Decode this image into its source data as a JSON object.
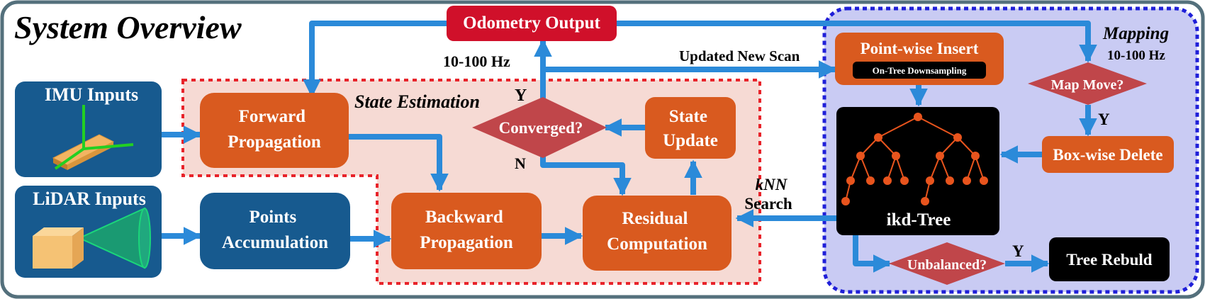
{
  "title": "System Overview",
  "regions": {
    "state_estimation": "State Estimation",
    "mapping": "Mapping"
  },
  "nodes": {
    "odometry_output": "Odometry Output",
    "imu_inputs": "IMU Inputs",
    "lidar_inputs": "LiDAR Inputs",
    "forward_propagation": [
      "Forward",
      "Propagation"
    ],
    "points_accumulation": [
      "Points",
      "Accumulation"
    ],
    "backward_propagation": [
      "Backward",
      "Propagation"
    ],
    "converged": "Converged?",
    "state_update": [
      "State",
      "Update"
    ],
    "residual_computation": [
      "Residual",
      "Computation"
    ],
    "pointwise_insert": "Point-wise Insert",
    "on_tree_downsampling": "On-Tree Downsampling",
    "map_move": "Map Move?",
    "boxwise_delete": "Box-wise Delete",
    "ikd_tree": "ikd-Tree",
    "unbalanced": "Unbalanced?",
    "tree_rebuild": "Tree Rebuld"
  },
  "edge_labels": {
    "rate_odometry": "10-100 Hz",
    "rate_mapping": "10-100 Hz",
    "updated_new_scan": "Updated New Scan",
    "converged_yes": "Y",
    "converged_no": "N",
    "map_move_yes": "Y",
    "unbalanced_yes": "Y",
    "knn": "kNN",
    "search": "Search"
  },
  "colors": {
    "frame_border": "#54707c",
    "frame_fill": "#ffffff",
    "orange_box": "#d95a1f",
    "blue_box": "#175a8f",
    "red_box": "#d0102a",
    "diamond": "#c0464a",
    "arrow": "#2b8ad9",
    "state_region_fill": "#f6dad4",
    "state_region_border": "#e8232a",
    "mapping_region_fill": "#c9cbf3",
    "mapping_region_border": "#1f1fd8",
    "black_box": "#000000",
    "tree_node": "#e8541d"
  }
}
